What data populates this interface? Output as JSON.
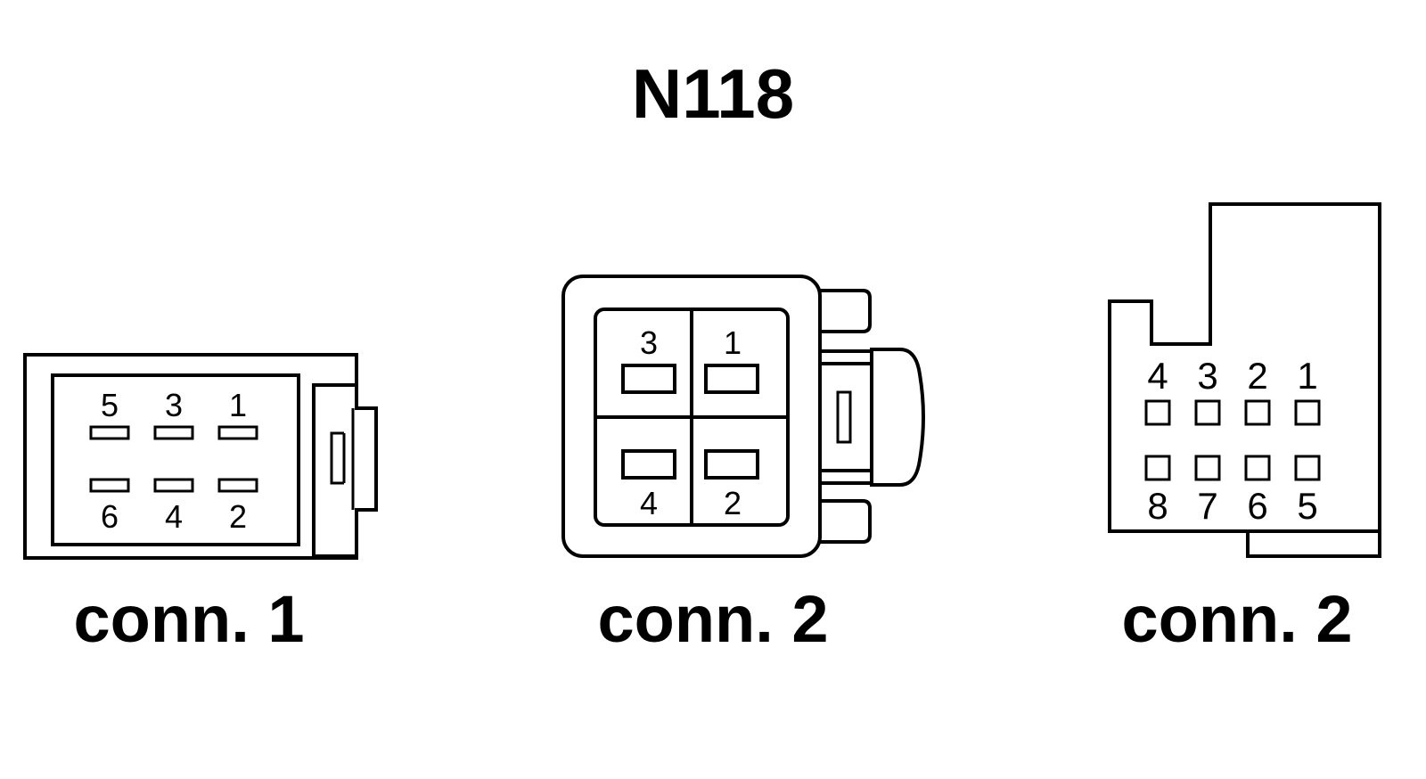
{
  "title": "N118",
  "connectors": [
    {
      "caption": "conn. 1",
      "pins_top": [
        "5",
        "3",
        "1"
      ],
      "pins_bottom": [
        "6",
        "4",
        "2"
      ]
    },
    {
      "caption": "conn. 2",
      "pins_top": [
        "3",
        "1"
      ],
      "pins_bottom": [
        "4",
        "2"
      ]
    },
    {
      "caption": "conn. 2",
      "pins_top": [
        "4",
        "3",
        "2",
        "1"
      ],
      "pins_bottom": [
        "8",
        "7",
        "6",
        "5"
      ]
    }
  ]
}
